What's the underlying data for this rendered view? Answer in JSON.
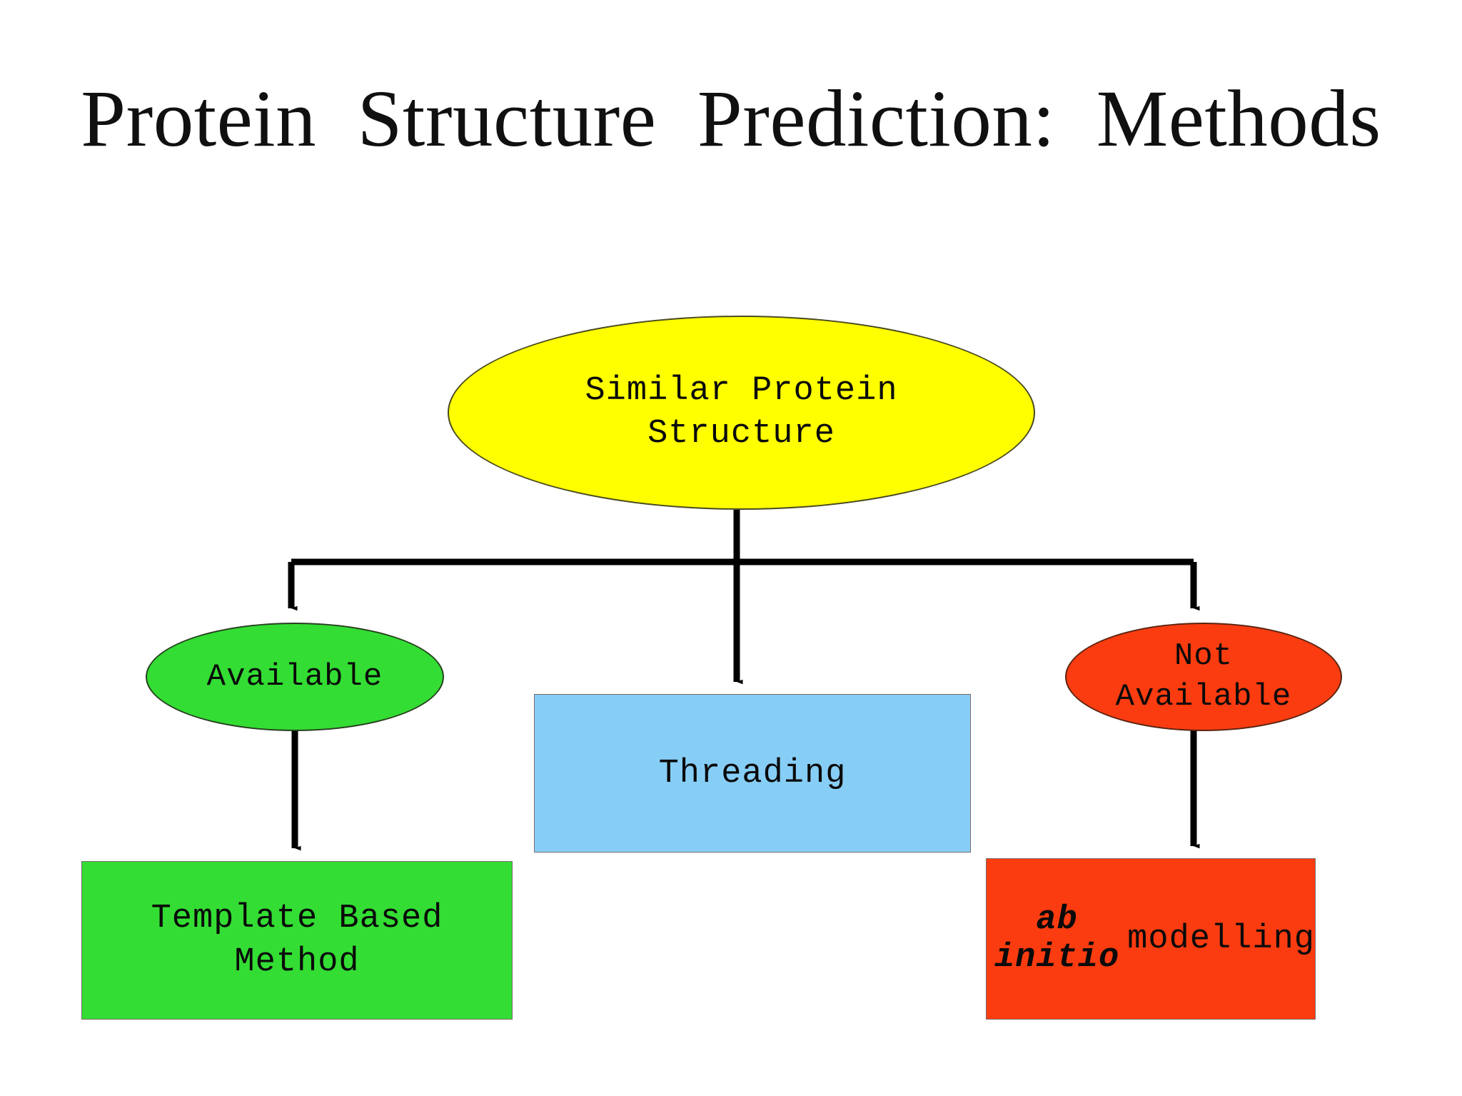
{
  "slide": {
    "title": "Protein  Structure  Prediction:  Methods",
    "background": "#ffffff"
  },
  "diagram": {
    "type": "flowchart",
    "nodes": [
      {
        "id": "similar-protein-structure",
        "label": "Similar Protein\nStructure",
        "shape": "ellipse",
        "fill": "#ffff00",
        "role": "root-decision"
      },
      {
        "id": "available",
        "label": "Available",
        "shape": "ellipse",
        "fill": "#33dd33",
        "role": "branch-yes"
      },
      {
        "id": "threading",
        "label": "Threading",
        "shape": "rectangle",
        "fill": "#87cef7",
        "role": "method"
      },
      {
        "id": "not-available",
        "label": "Not\nAvailable",
        "shape": "ellipse",
        "fill": "#fa3c10",
        "role": "branch-no"
      },
      {
        "id": "template-based-method",
        "label": "Template Based\nMethod",
        "shape": "rectangle",
        "fill": "#33dd33",
        "role": "method"
      },
      {
        "id": "ab-initio-modelling",
        "label_italic": "ab initio",
        "label_plain": " modelling",
        "shape": "rectangle",
        "fill": "#fa3c10",
        "role": "method"
      }
    ],
    "edges": [
      {
        "from": "similar-protein-structure",
        "to": "available",
        "style": "elbow-arrow"
      },
      {
        "from": "similar-protein-structure",
        "to": "threading",
        "style": "straight-arrow"
      },
      {
        "from": "similar-protein-structure",
        "to": "not-available",
        "style": "elbow-arrow"
      },
      {
        "from": "available",
        "to": "template-based-method",
        "style": "straight-arrow"
      },
      {
        "from": "not-available",
        "to": "ab-initio-modelling",
        "style": "straight-arrow"
      }
    ],
    "edge_color": "#000000"
  }
}
